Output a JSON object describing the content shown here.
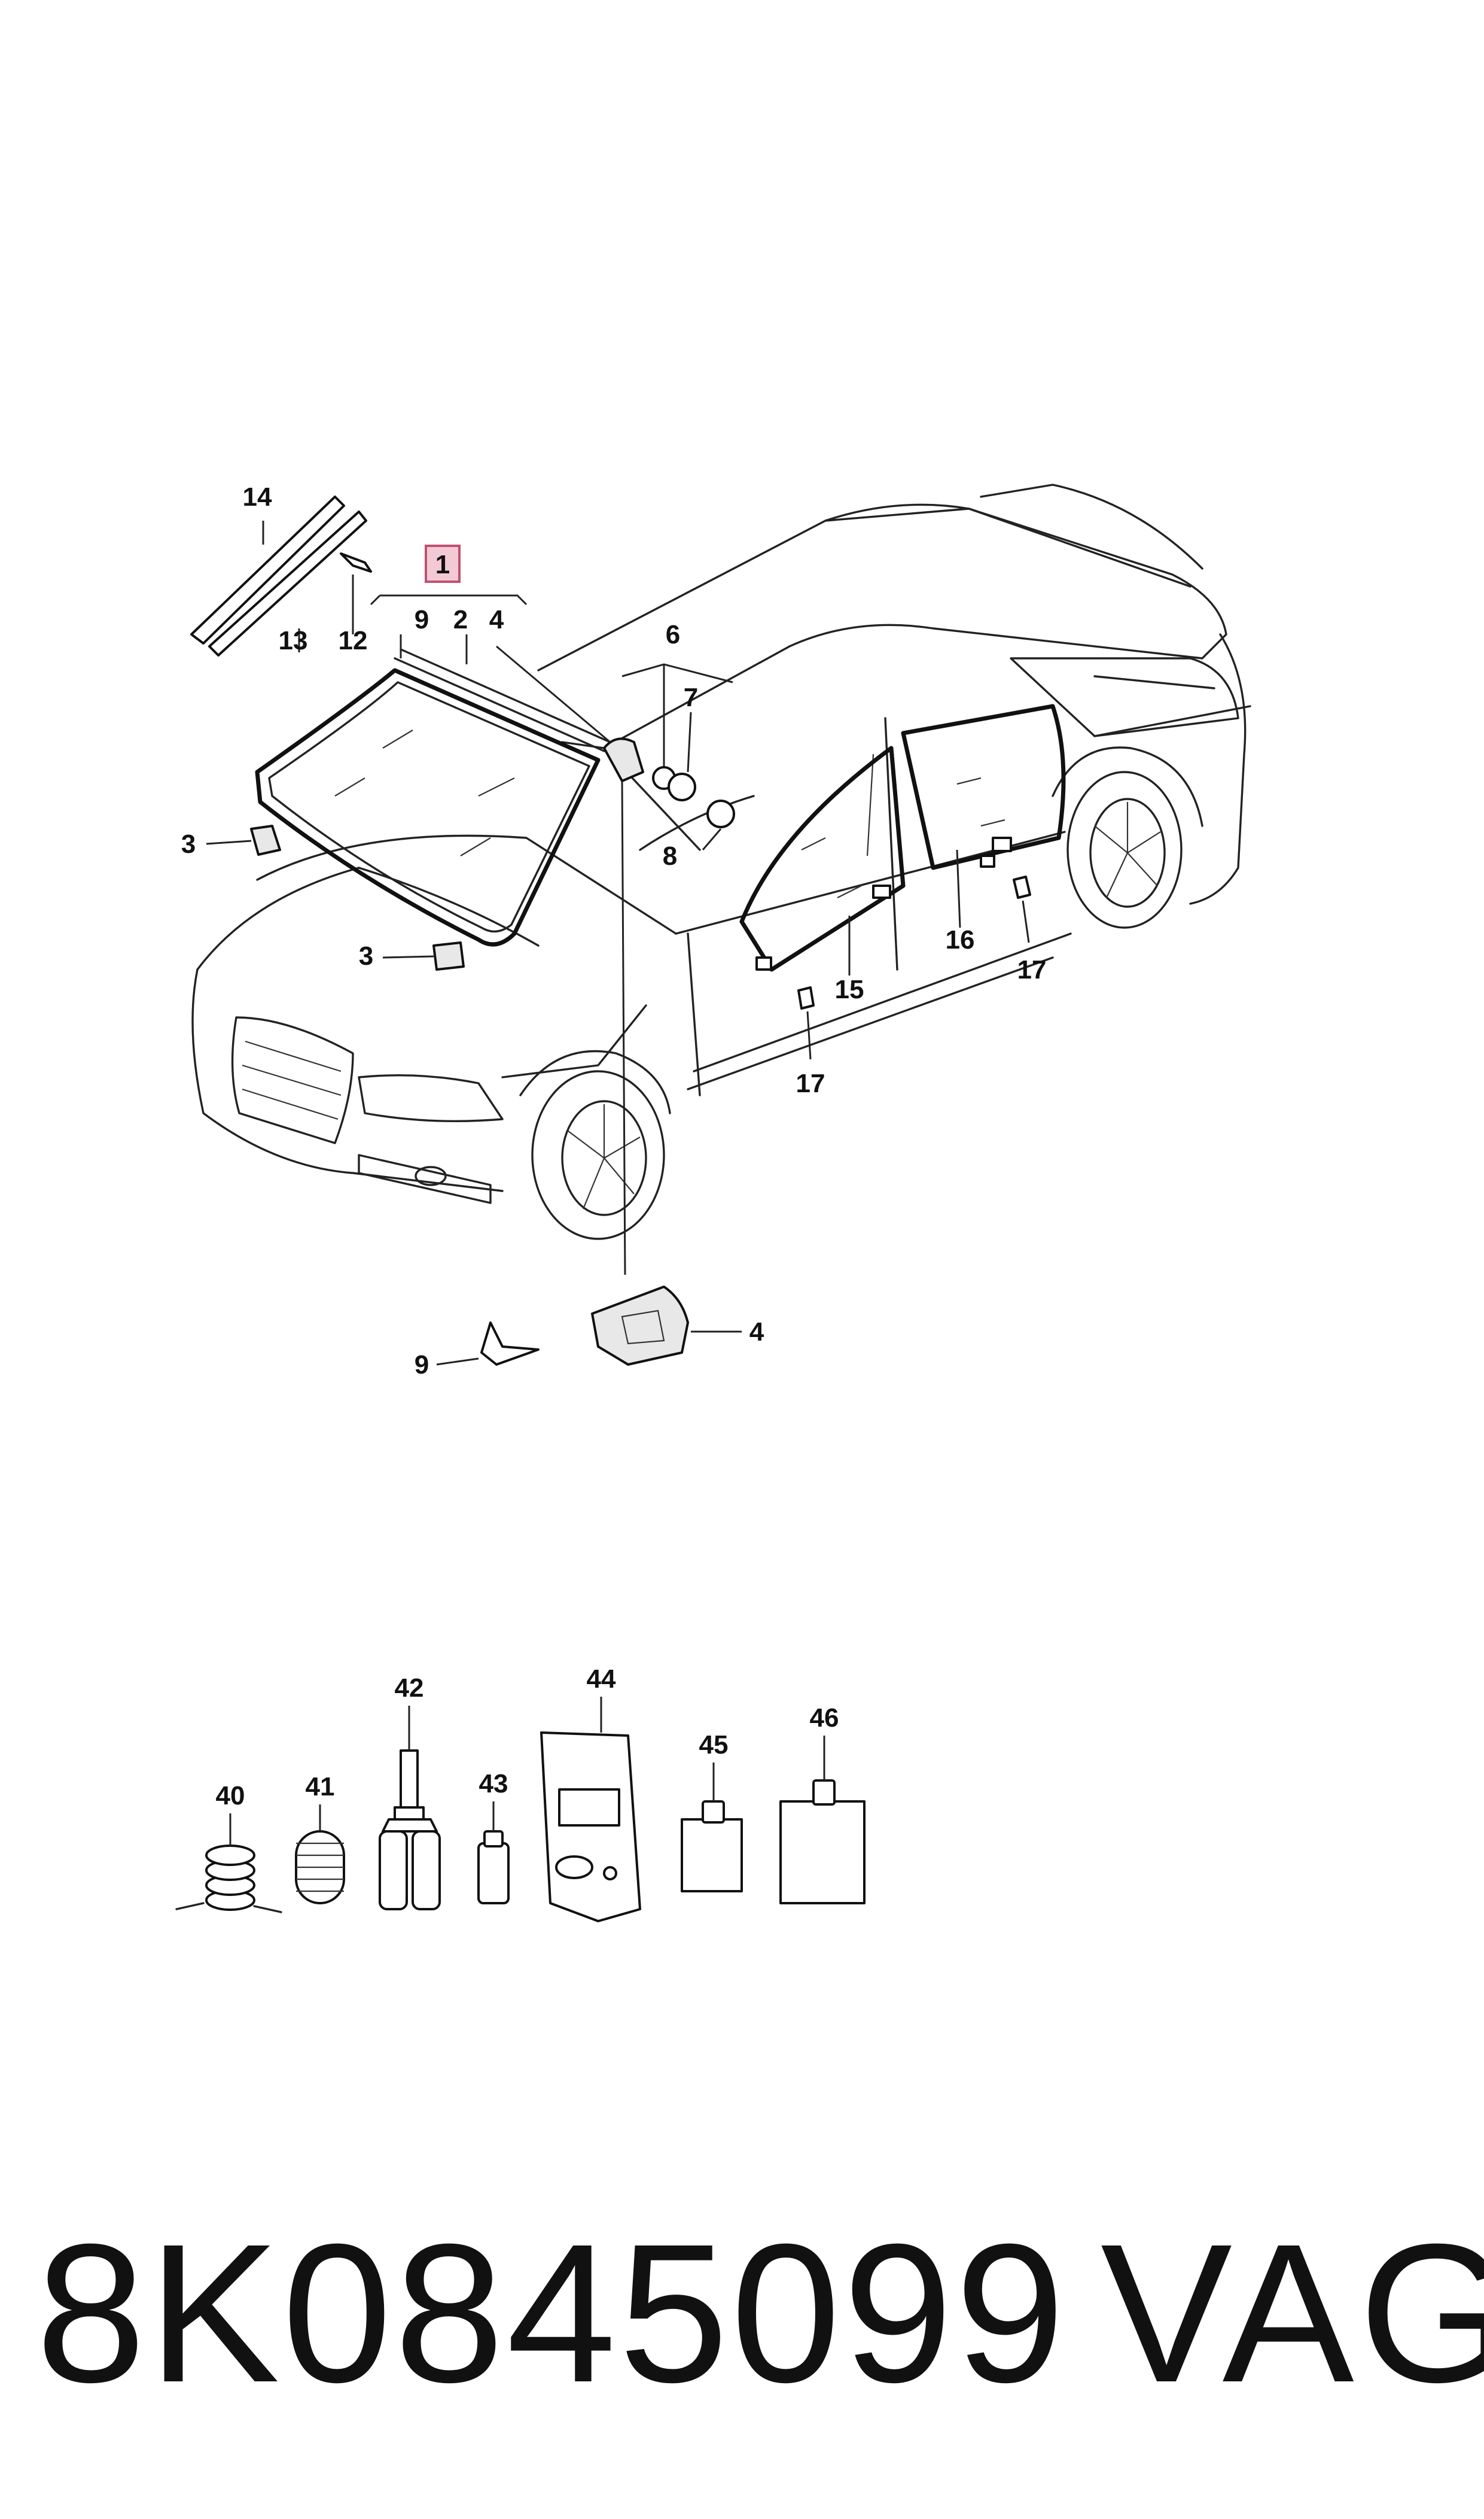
{
  "diagram": {
    "callouts": {
      "c1": "1",
      "c2": "2",
      "c3a": "3",
      "c3b": "3",
      "c4a": "4",
      "c4b": "4",
      "c6": "6",
      "c7": "7",
      "c8": "8",
      "c9a": "9",
      "c9b": "9",
      "c12": "12",
      "c13": "13",
      "c14": "14",
      "c15": "15",
      "c16": "16",
      "c17a": "17",
      "c17b": "17",
      "c40": "40",
      "c41": "41",
      "c42": "42",
      "c43": "43",
      "c44": "44",
      "c45": "45",
      "c46": "46"
    },
    "highlight_color": "#f3c9d6"
  },
  "footer": {
    "part_number": "8K0845099",
    "brand": "VAG"
  }
}
